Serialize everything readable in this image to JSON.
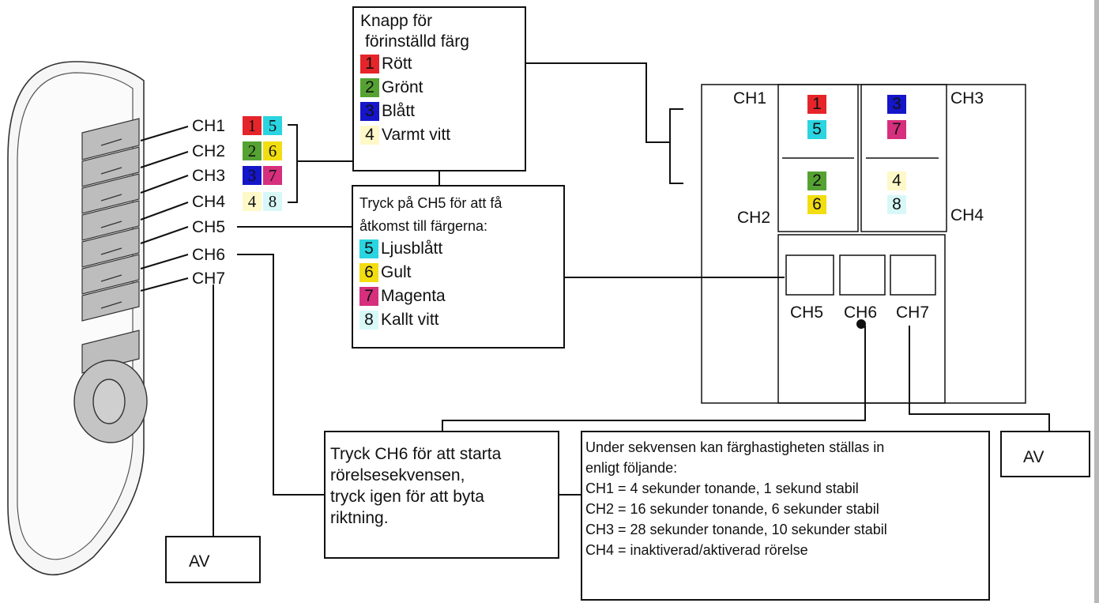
{
  "colors": {
    "red": "#e5252a",
    "green": "#55a233",
    "blue": "#1515c9",
    "warm_white": "#fff8c8",
    "light_blue": "#2ad4e0",
    "yellow": "#f2dd10",
    "magenta": "#d62f7d",
    "cold_white": "#d8f8f8"
  },
  "remote": {
    "channels": [
      "CH1",
      "CH2",
      "CH3",
      "CH4",
      "CH5",
      "CH6",
      "CH7"
    ],
    "swatches": {
      "ch1": [
        "1",
        "5"
      ],
      "ch2": [
        "2",
        "6"
      ],
      "ch3": [
        "3",
        "7"
      ],
      "ch4": [
        "4",
        "8"
      ]
    },
    "off_label": "AV"
  },
  "preset_box": {
    "title_line1": "Knapp för",
    "title_line2": "förinställd färg",
    "items": [
      {
        "num": "1",
        "label": "Rött"
      },
      {
        "num": "2",
        "label": "Grönt"
      },
      {
        "num": "3",
        "label": "Blått"
      },
      {
        "num": "4",
        "label": "Varmt vitt"
      }
    ]
  },
  "ch5_box": {
    "line1": "Tryck på CH5 för att få",
    "line2": "åtkomst till färgerna:",
    "items": [
      {
        "num": "5",
        "label": "Ljusblått"
      },
      {
        "num": "6",
        "label": "Gult"
      },
      {
        "num": "7",
        "label": "Magenta"
      },
      {
        "num": "8",
        "label": "Kallt vitt"
      }
    ]
  },
  "panel": {
    "ch1": "CH1",
    "ch2": "CH2",
    "ch3": "CH3",
    "ch4": "CH4",
    "ch5": "CH5",
    "ch6": "CH6",
    "ch7": "CH7",
    "q1": [
      "1",
      "5"
    ],
    "q2": [
      "2",
      "6"
    ],
    "q3": [
      "3",
      "7"
    ],
    "q4": [
      "4",
      "8"
    ],
    "off_label": "AV"
  },
  "ch6_box": {
    "lines": [
      "Tryck CH6 för att starta",
      "rörelsesekvensen,",
      "tryck igen för att byta",
      "riktning."
    ]
  },
  "speed_box": {
    "lines": [
      "Under sekvensen kan färghastigheten ställas in",
      "enligt följande:",
      "CH1 = 4 sekunder tonande, 1 sekund stabil",
      "CH2 = 16 sekunder tonande, 6 sekunder stabil",
      "CH3 = 28 sekunder tonande, 10 sekunder stabil",
      "CH4 = inaktiverad/aktiverad rörelse"
    ]
  }
}
